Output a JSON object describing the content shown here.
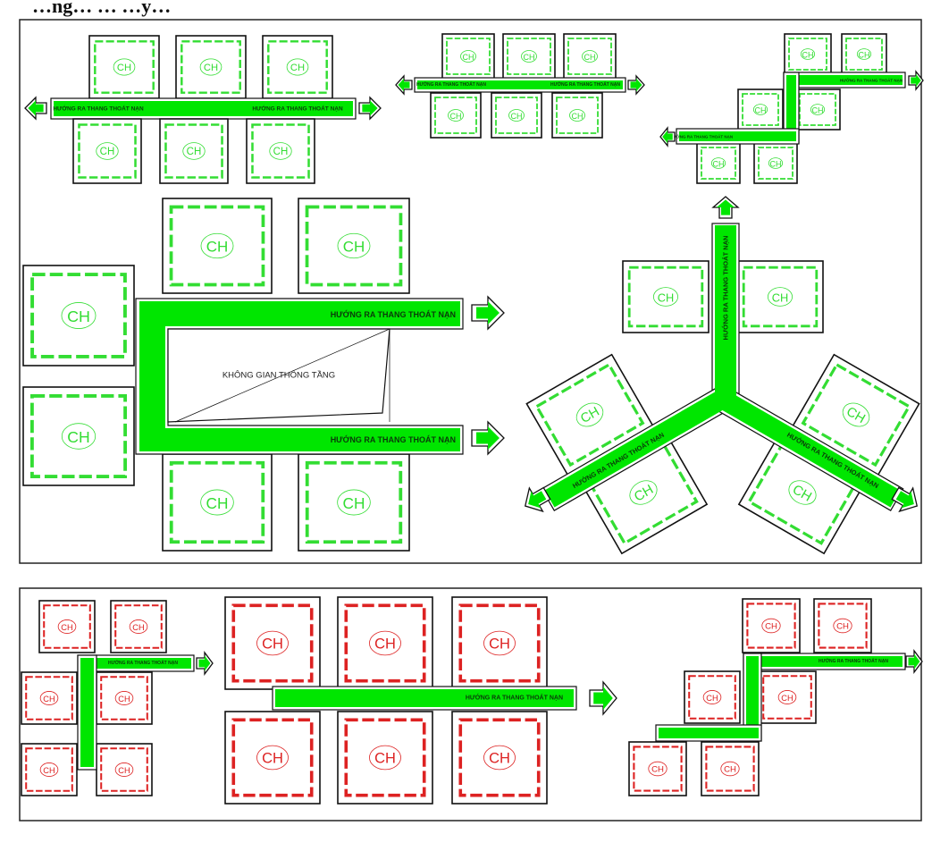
{
  "heading": "…ng… … …y…",
  "unit_label": "CH",
  "corridor_label": "HƯỚNG RA THANG THOÁT NẠN",
  "void_label": "KHÔNG GIAN THÔNG TẦNG",
  "colors": {
    "corridor_fill": "#00e600",
    "good_unit": "#33dd33",
    "bad_unit": "#dd2222",
    "outline": "#111111",
    "panel_border": "#222222"
  },
  "panels": [
    {
      "id": "top",
      "description_text": ""
    },
    {
      "id": "bottom",
      "description_text": ""
    }
  ]
}
